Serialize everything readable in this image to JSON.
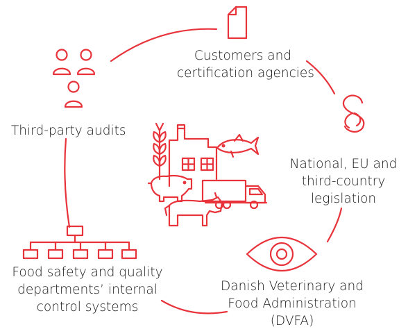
{
  "nodes": [
    {
      "id": "customers",
      "lines": [
        "Customers and",
        "certification agencies"
      ],
      "icon": "document-icon"
    },
    {
      "id": "legislation",
      "lines": [
        "National, EU and",
        "third-country",
        "legislation"
      ],
      "icon": "section-sign-icon"
    },
    {
      "id": "dvfa",
      "lines": [
        "Danish Veterinary and",
        "Food Administration",
        "(DVFA)"
      ],
      "icon": "eye-icon"
    },
    {
      "id": "food_safety",
      "lines": [
        "Food safety and quality",
        "departments’ internal",
        "control systems"
      ],
      "icon": "org-chart-icon"
    },
    {
      "id": "third_party",
      "lines": [
        "Third-party audits"
      ],
      "icon": "people-icon"
    }
  ],
  "center": {
    "icon": "food-production-icon"
  },
  "colors": {
    "accent": "#e8333b",
    "text": "#1a1a1a",
    "background": "#ffffff"
  }
}
